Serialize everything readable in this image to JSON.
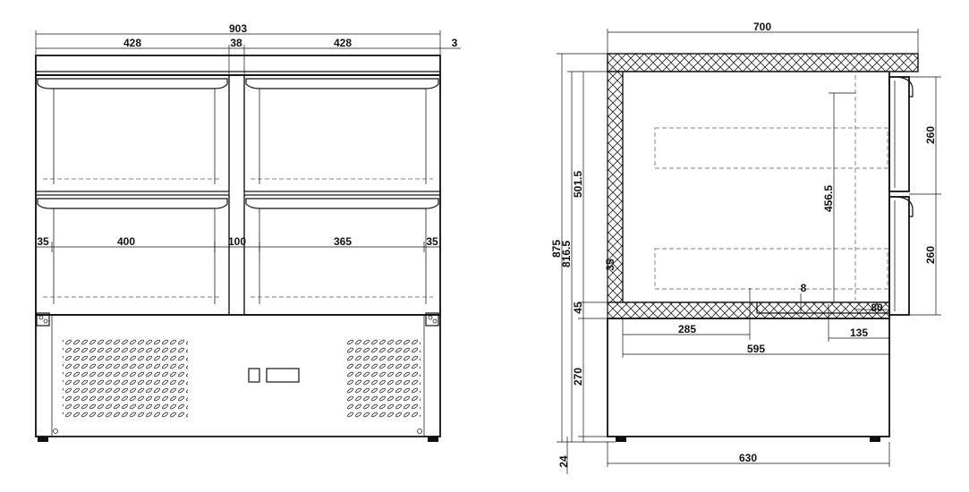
{
  "front_view": {
    "dims": {
      "total_width": "903",
      "drawer_width_left": "428",
      "gap_center": "38",
      "drawer_width_right": "428",
      "offset_right": "3",
      "wall_left": "35",
      "inner_left": "400",
      "center_post": "100",
      "inner_right": "365",
      "wall_right": "35"
    }
  },
  "side_view": {
    "dims": {
      "top_depth": "700",
      "total_height": "875",
      "cabinet_height": "816.5",
      "upper_height": "501.5",
      "pan_height": "456.5",
      "base_thickness": "45",
      "wall_thickness": "35",
      "step": "8",
      "rear_offset": "80",
      "pan_depth": "285",
      "front_offset": "135",
      "inner_depth": "595",
      "drawer_height_top": "260",
      "drawer_height_bottom": "260",
      "base_height": "270",
      "feet_height": "24",
      "base_depth": "630"
    }
  }
}
